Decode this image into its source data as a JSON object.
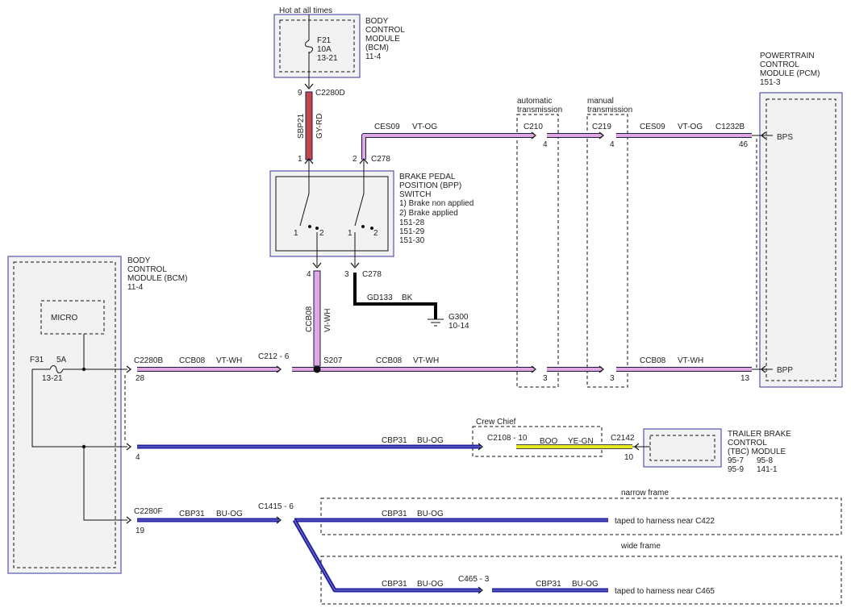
{
  "colors": {
    "vt_og": "#e0a8e0",
    "gy_rd": "#c04848",
    "vt_wh": "#e0a8e0",
    "bu_og": "#2020a0",
    "ye_gn": "#e8e820",
    "bk": "#000000",
    "module_fill": "#f2f2f2",
    "module_border": "#5555aa"
  },
  "labels": {
    "hot_at_all_times": "Hot at all times",
    "bcm_top": [
      "BODY",
      "CONTROL",
      "MODULE",
      "(BCM)",
      "11-4"
    ],
    "fuse_f21": [
      "F21",
      "10A",
      "13-21"
    ],
    "pin_9": "9",
    "conn_c2280d": "C2280D",
    "wire_sbp21": "SBP21",
    "wire_gy_rd": "GY-RD",
    "pin_1_top": "1",
    "pin_2_top": "2",
    "conn_c278_top": "C278",
    "wire_ces09_a": "CES09",
    "color_vt_og_a": "VT-OG",
    "auto_trans": [
      "automatic",
      "transmission"
    ],
    "manual_trans": [
      "manual",
      "transmission"
    ],
    "conn_c210": "C210",
    "conn_c219": "C219",
    "pin_4_c210": "4",
    "pin_4_c219": "4",
    "wire_ces09_b": "CES09",
    "color_vt_og_b": "VT-OG",
    "conn_c1232b": "C1232B",
    "pin_46": "46",
    "pcm": [
      "POWERTRAIN",
      "CONTROL",
      "MODULE (PCM)",
      "151-3"
    ],
    "pcm_bps": "BPS",
    "pcm_bpp": "BPP",
    "bpp_switch": [
      "BRAKE PEDAL",
      "POSITION (BPP)",
      "SWITCH",
      "1) Brake non applied",
      "2) Brake applied",
      "151-28",
      "151-29",
      "151-30"
    ],
    "sw_1a": "1",
    "sw_2a": "2",
    "sw_1b": "1",
    "sw_2b": "2",
    "pin_4_c278": "4",
    "pin_3_c278": "3",
    "conn_c278_bot": "C278",
    "wire_gd133": "GD133",
    "color_bk": "BK",
    "ground_g300": "G300",
    "ground_ref": "10-14",
    "wire_ccb08_v": "CCB08",
    "color_vi_wh": "VI-WH",
    "bcm_left": [
      "BODY",
      "CONTROL",
      "MODULE (BCM)",
      "11-4"
    ],
    "micro": "MICRO",
    "fuse_f31": "F31",
    "fuse_5a": "5A",
    "fuse_13_21": "13-21",
    "conn_c2280b": "C2280B",
    "pin_28": "28",
    "wire_ccb08_a": "CCB08",
    "color_vt_wh_a": "VT-WH",
    "conn_c212": "C212 - 6",
    "splice_s207": "S207",
    "wire_ccb08_b": "CCB08",
    "color_vt_wh_b": "VT-WH",
    "pin_3_c210": "3",
    "pin_3_c219": "3",
    "wire_ccb08_c": "CCB08",
    "color_vt_wh_c": "VT-WH",
    "pin_13": "13",
    "crew_chief": "Crew Chief",
    "conn_c2108": "C2108 - 10",
    "wire_boo": "BOO",
    "color_ye_gn": "YE-GN",
    "conn_c2142": "C2142",
    "pin_10": "10",
    "tbc": [
      "TRAILER BRAKE",
      "CONTROL",
      "(TBC) MODULE",
      "95-7",
      "95-8",
      "95-9",
      "141-1"
    ],
    "pin_4_left": "4",
    "wire_cbp31_a": "CBP31",
    "color_bu_og_a": "BU-OG",
    "conn_c2280f": "C2280F",
    "pin_19": "19",
    "wire_cbp31_b": "CBP31",
    "color_bu_og_b": "BU-OG",
    "conn_c1415": "C1415 - 6",
    "narrow_frame": "narrow frame",
    "wire_cbp31_c": "CBP31",
    "color_bu_og_c": "BU-OG",
    "taped_c422": "taped to harness near C422",
    "wide_frame": "wide frame",
    "wire_cbp31_d": "CBP31",
    "color_bu_og_d": "BU-OG",
    "conn_c465": "C465 - 3",
    "wire_cbp31_e": "CBP31",
    "color_bu_og_e": "BU-OG",
    "taped_c465": "taped to harness near C465"
  }
}
